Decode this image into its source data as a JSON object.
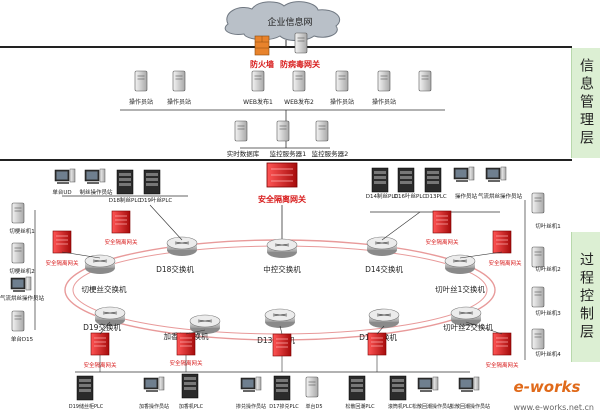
{
  "cloud": {
    "label": "企业信息网"
  },
  "firewall": {
    "label": "防火墙"
  },
  "antivirus": {
    "label": "防病毒网关"
  },
  "layers": {
    "info": "信息管理层",
    "process": "过程控制层"
  },
  "info_stations": [
    "操作员站",
    "操作员站",
    "WEB发布1",
    "WEB发布2",
    "操作员站",
    "操作员站"
  ],
  "servers": [
    "实时数据库",
    "监控服务器1",
    "监控服务器2"
  ],
  "main_gateway": {
    "label": "安全隔离网关"
  },
  "switches": {
    "central": "中控交换机",
    "d18": "D18交换机",
    "d14": "D14交换机",
    "qiegeng": "切梗丝交换机",
    "qieye1": "切叶丝1交换机",
    "d19": "D19交换机",
    "jiaxiang": "加香机交换机",
    "d13": "D13交换机",
    "d17": "D17交换机",
    "qieye2": "切叶丝2交换机"
  },
  "gateway_label": "安全隔离网关",
  "top_left_devices": [
    "单台UD",
    "制丝操作员站",
    "D18制丝PLC",
    "D19叶丝PLC"
  ],
  "top_right_devices": [
    "D14制丝PLC",
    "D16叶丝PLC",
    "D13PLC",
    "操作员站",
    "气流烘丝操作员站"
  ],
  "left_devices": [
    "切梗丝机1",
    "切梗丝机2",
    "气流烘丝操作员站",
    "单台D15"
  ],
  "right_devices": [
    "切叶丝机1",
    "切叶丝机2",
    "切叶丝机3",
    "切叶丝机4"
  ],
  "bottom_devices": [
    "D19储丝柜PLC",
    "加香操作员站",
    "加香机PLC",
    "掺兑操作员站",
    "D17掺兑PLC",
    "单台D5",
    "松散回潮PLC",
    "滚筒机PLC",
    "松散回潮操作员站",
    "松散回潮操作员站"
  ],
  "logo": {
    "brand": "e-works",
    "sub": "www.e-works.net.cn"
  }
}
